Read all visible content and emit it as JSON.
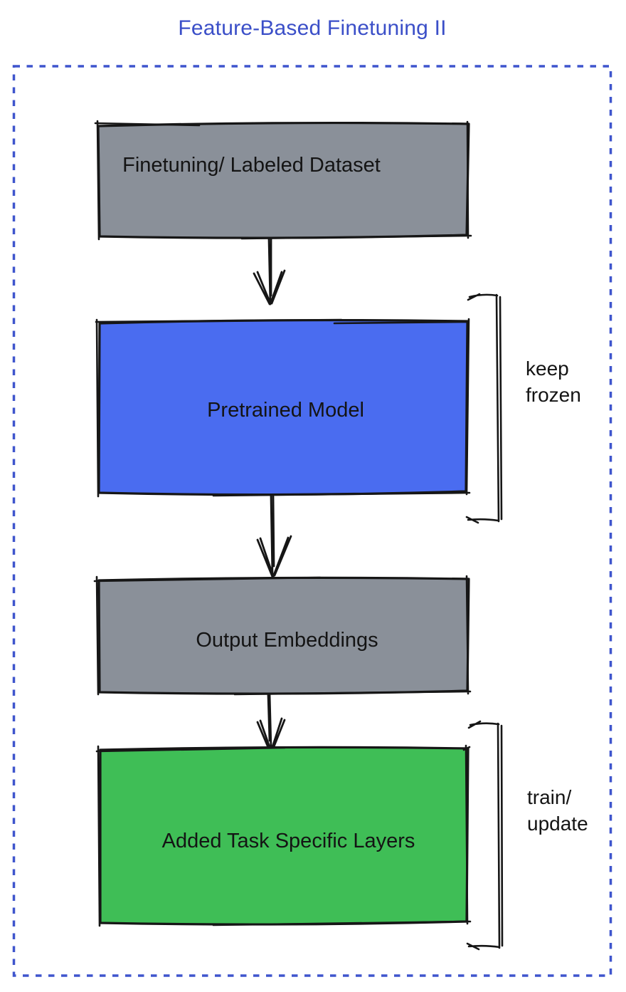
{
  "title": {
    "text": "Feature-Based Finetuning II",
    "color": "#3b4fc8"
  },
  "frame": {
    "border_color": "#3f55cd"
  },
  "diagram": {
    "stroke_color": "#161616",
    "nodes": [
      {
        "id": "finetuning-dataset",
        "label": "Finetuning/ Labeled Dataset",
        "fill": "#8a9099"
      },
      {
        "id": "pretrained-model",
        "label": "Pretrained Model",
        "fill": "#4a6cf0"
      },
      {
        "id": "output-embeddings",
        "label": "Output Embeddings",
        "fill": "#8a9099"
      },
      {
        "id": "task-specific-layers",
        "label": "Added Task Specific Layers",
        "fill": "#3fbe56"
      }
    ],
    "edges": [
      {
        "from": "finetuning-dataset",
        "to": "pretrained-model"
      },
      {
        "from": "pretrained-model",
        "to": "output-embeddings"
      },
      {
        "from": "output-embeddings",
        "to": "task-specific-layers"
      }
    ],
    "annotations": [
      {
        "target": "pretrained-model",
        "text": "keep\nfrozen"
      },
      {
        "target": "task-specific-layers",
        "text": "train/\nupdate"
      }
    ]
  }
}
